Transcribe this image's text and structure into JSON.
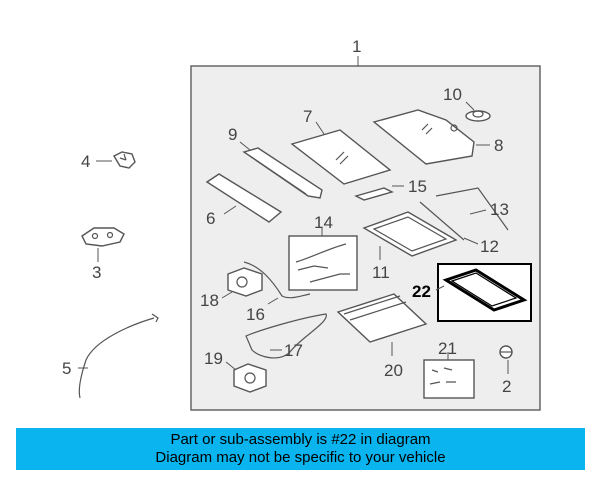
{
  "diagram": {
    "callouts": {
      "c1": "1",
      "c2": "2",
      "c3": "3",
      "c4": "4",
      "c5": "5",
      "c6": "6",
      "c7": "7",
      "c8": "8",
      "c9": "9",
      "c10": "10",
      "c11": "11",
      "c12": "12",
      "c13": "13",
      "c14": "14",
      "c15": "15",
      "c16": "16",
      "c17": "17",
      "c18": "18",
      "c19": "19",
      "c20": "20",
      "c21": "21",
      "c22": "22"
    },
    "highlighted_part": "22"
  },
  "banner": {
    "line1": "Part or sub-assembly is #22 in diagram",
    "line2": "Diagram may not be specific to your vehicle",
    "background": "#0ab4ef"
  }
}
